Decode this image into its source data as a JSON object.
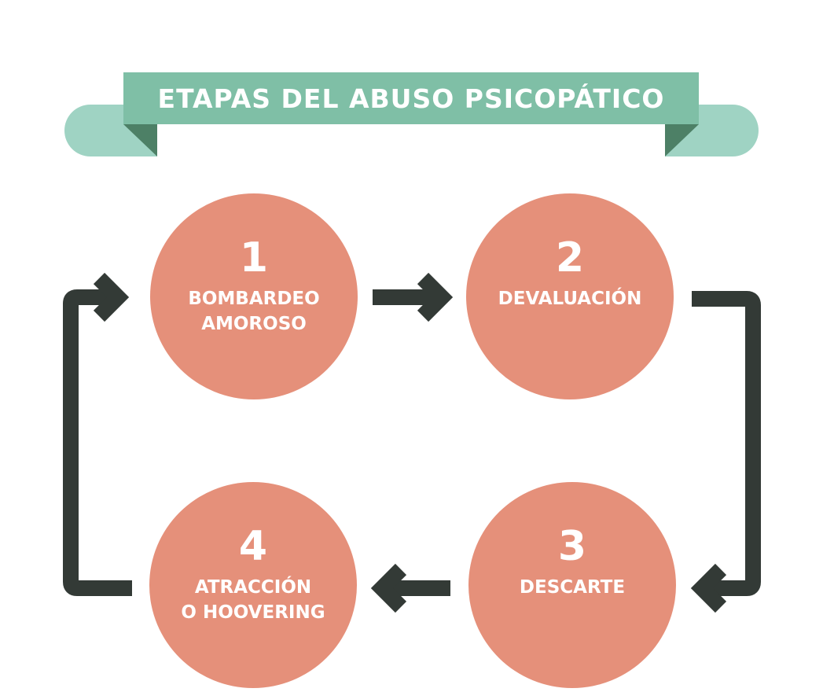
{
  "title": "ETAPAS DEL ABUSO PSICOPÁTICO",
  "colors": {
    "ribbon_main": "#7fbfa6",
    "ribbon_tail": "#9fd3c3",
    "ribbon_fold": "#4d8066",
    "circle": "#e5907a",
    "arrow": "#333a36",
    "text": "#ffffff"
  },
  "stages": [
    {
      "number": "1",
      "lines": [
        "BOMBARDEO",
        "AMOROSO"
      ]
    },
    {
      "number": "2",
      "lines": [
        "DEVALUACIÓN"
      ]
    },
    {
      "number": "3",
      "lines": [
        "DESCARTE"
      ]
    },
    {
      "number": "4",
      "lines": [
        "ATRACCIÓN",
        "O HOOVERING"
      ]
    }
  ],
  "flow": [
    "1",
    "2",
    "3",
    "4",
    "1"
  ]
}
